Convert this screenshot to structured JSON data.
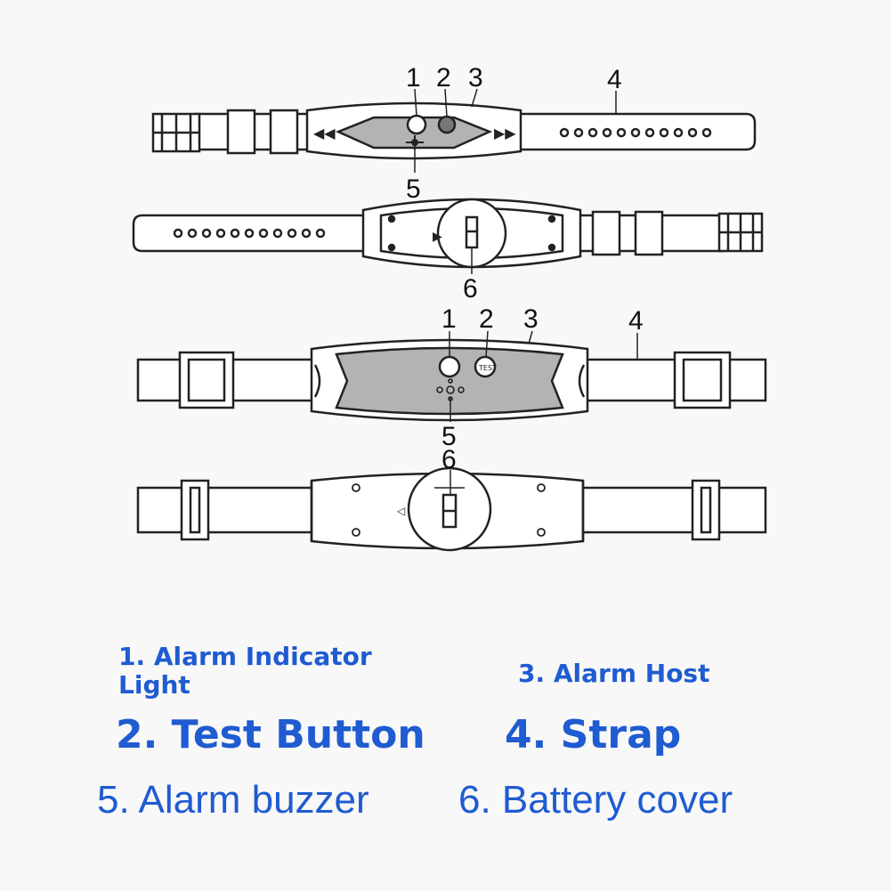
{
  "callouts": {
    "v1_1": "1",
    "v1_2": "2",
    "v1_3": "3",
    "v1_4": "4",
    "v1_5": "5",
    "v2_6": "6",
    "v3_1": "1",
    "v3_2": "2",
    "v3_3": "3",
    "v3_4": "4",
    "v3_5": "5",
    "v4_6": "6"
  },
  "test_button_text": "TEST",
  "legend": {
    "item1": "1. Alarm Indicator Light",
    "item2": "2. Test Button",
    "item3": "3. Alarm Host",
    "item4": "4. Strap",
    "item5": "5. Alarm buzzer",
    "item6": "6. Battery cover"
  },
  "colors": {
    "legend_text": "#1f5bd1",
    "outline": "#222222",
    "housing_fill": "#b3b3b3"
  }
}
